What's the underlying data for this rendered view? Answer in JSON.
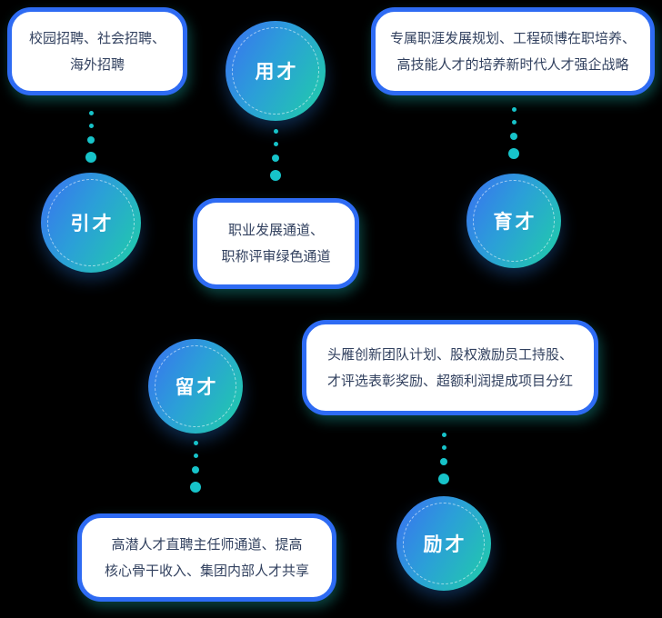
{
  "colors": {
    "background": "#000000",
    "card_border": "#2e6bf3",
    "card_background": "#ffffff",
    "card_text": "#32415f",
    "circle_gradient_start": "#3a6ff2",
    "circle_gradient_end": "#1fcfa6",
    "circle_text": "#ffffff",
    "dot": "#17c3c9"
  },
  "nodes": {
    "yincai": {
      "label": "引才"
    },
    "yongcai": {
      "label": "用才"
    },
    "yucai": {
      "label": "育才"
    },
    "liucai": {
      "label": "留才"
    },
    "licai": {
      "label": "励才"
    }
  },
  "cards": {
    "recruit": {
      "lines": [
        "校园招聘、社会招聘、",
        "海外招聘"
      ]
    },
    "develop": {
      "lines": [
        "专属职涯发展规划、工程硕博在职培养、",
        "高技能人才的培养新时代人才强企战略"
      ]
    },
    "career": {
      "lines": [
        "职业发展通道、",
        "职称评审绿色通道"
      ]
    },
    "incentive": {
      "lines": [
        "头雁创新团队计划、股权激励员工持股、",
        "才评选表彰奖励、超额利润提成项目分红"
      ]
    },
    "retain": {
      "lines": [
        "高潜人才直聘主任师通道、提高",
        "核心骨干收入、集团内部人才共享"
      ]
    }
  }
}
